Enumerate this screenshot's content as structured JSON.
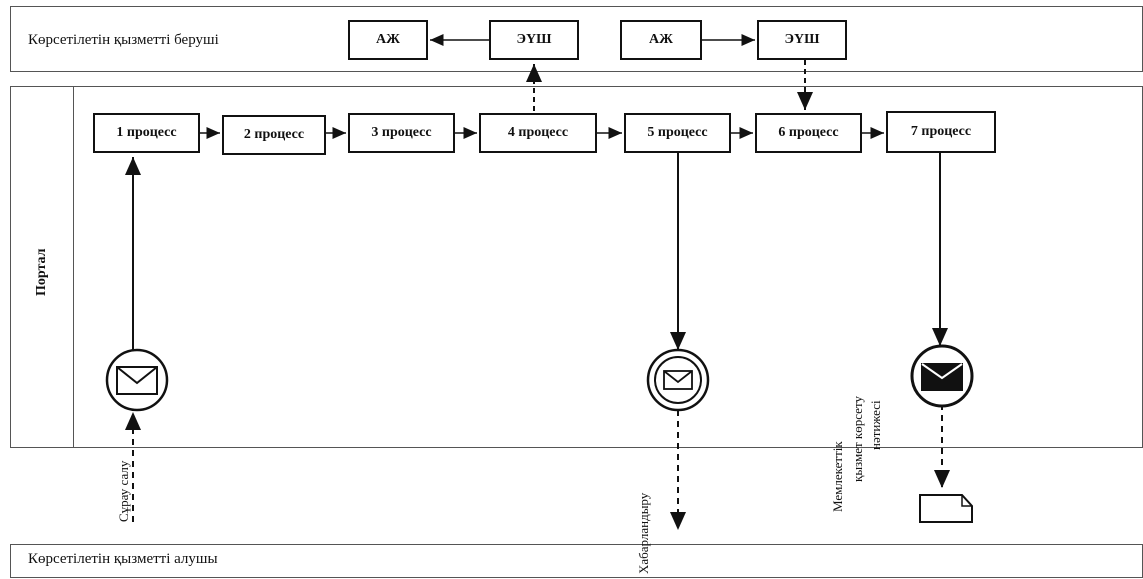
{
  "lanes": {
    "provider": "Көрсетілетін қызметті беруші",
    "portal": "Портал",
    "recipient": "Көрсетілетін қызметті алушы"
  },
  "provider_boxes": [
    "АЖ",
    "ЭҮШ",
    "АЖ",
    "ЭҮШ"
  ],
  "processes": [
    "1 процесс",
    "2 процесс",
    "3 процесс",
    "4 процесс",
    "5 процесс",
    "6 процесс",
    "7 процесс"
  ],
  "flow_labels": {
    "request": "Сұрау салу",
    "notification": "Хабарландыру",
    "result_line1": "Мемлекеттік",
    "result_line2": "қызмет көрсету",
    "result_line3": "нәтижесі"
  },
  "icons": [
    "envelope-icon",
    "envelope-icon",
    "envelope-filled-icon",
    "document-icon"
  ]
}
